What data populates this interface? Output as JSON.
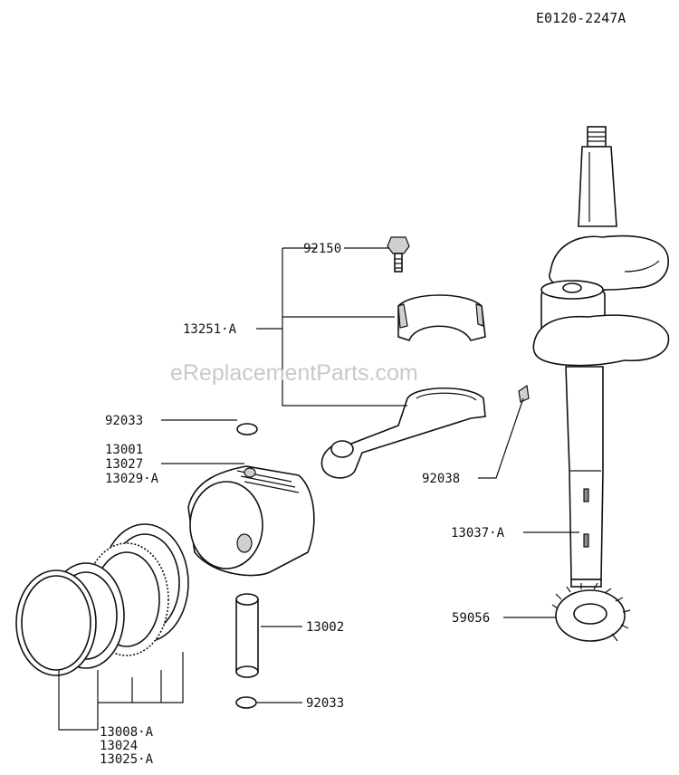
{
  "diagram_id": "E0120-2247A",
  "watermark": "eReplacementParts.com",
  "labels": {
    "bolt": "92150",
    "rod_set": "13251·A",
    "clip_upper": "92033",
    "piston_1": "13001",
    "piston_2": "13027",
    "piston_3": "13029·A",
    "pin": "13002",
    "clip_lower": "92033",
    "rings_1": "13008·A",
    "rings_2": "13024",
    "rings_3": "13025·A",
    "key": "92038",
    "crankshaft": "13037·A",
    "gear": "59056"
  }
}
